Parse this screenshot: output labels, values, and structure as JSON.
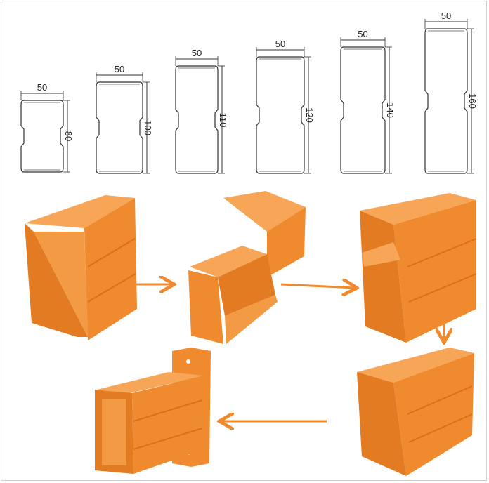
{
  "profiles": [
    {
      "width_label": "50",
      "height_label": "80"
    },
    {
      "width_label": "50",
      "height_label": "100"
    },
    {
      "width_label": "50",
      "height_label": "110"
    },
    {
      "width_label": "50",
      "height_label": "120"
    },
    {
      "width_label": "50",
      "height_label": "140"
    },
    {
      "width_label": "50",
      "height_label": "160"
    }
  ],
  "colors": {
    "beam": "#f08a2e",
    "beam_dark": "#d9701a",
    "beam_light": "#f7a556",
    "arrow": "#f08a2e",
    "line": "#333333"
  }
}
